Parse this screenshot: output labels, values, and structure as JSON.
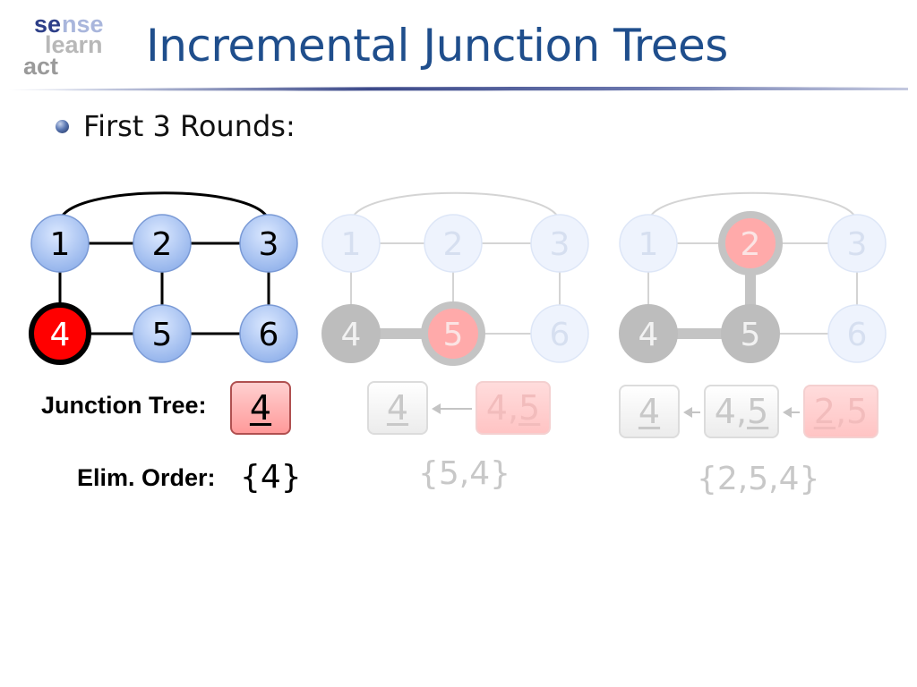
{
  "logo": {
    "line1a": "se",
    "line1b": "nse",
    "line2": "learn",
    "line3": "act"
  },
  "title": "Incremental Junction Trees",
  "bullet": "First 3 Rounds:",
  "labels": {
    "junction_tree": "Junction Tree:",
    "elim_order": "Elim. Order:"
  },
  "rounds": [
    {
      "nodes": [
        "1",
        "2",
        "3",
        "4",
        "5",
        "6"
      ],
      "eliminated": [
        "4"
      ],
      "active": "4",
      "junction_tree": [
        {
          "parts": [
            {
              "text": "4",
              "underline": true
            }
          ],
          "style": "pink-active"
        }
      ],
      "elim_order": "{4}"
    },
    {
      "nodes": [
        "1",
        "2",
        "3",
        "4",
        "5",
        "6"
      ],
      "eliminated": [
        "4"
      ],
      "active": "5",
      "junction_tree": [
        {
          "parts": [
            {
              "text": "4",
              "underline": true
            }
          ],
          "style": "gray"
        },
        {
          "parts": [
            {
              "text": "4,",
              "underline": false
            },
            {
              "text": "5",
              "underline": true
            }
          ],
          "style": "pink"
        }
      ],
      "elim_order": "{5,4}"
    },
    {
      "nodes": [
        "1",
        "2",
        "3",
        "4",
        "5",
        "6"
      ],
      "eliminated": [
        "4",
        "5"
      ],
      "active": "2",
      "junction_tree": [
        {
          "parts": [
            {
              "text": "4",
              "underline": true
            }
          ],
          "style": "gray"
        },
        {
          "parts": [
            {
              "text": "4,",
              "underline": false
            },
            {
              "text": "5",
              "underline": true
            }
          ],
          "style": "gray"
        },
        {
          "parts": [
            {
              "text": "2",
              "underline": true
            },
            {
              "text": ",5",
              "underline": false
            }
          ],
          "style": "pink"
        }
      ],
      "elim_order": "{2,5,4}"
    }
  ],
  "colors": {
    "title": "#1f4e8c",
    "node_blue": "#a9c4f0",
    "node_red": "#ff0000",
    "eliminated_gray": "#bdbdbd",
    "active_pink": "#ffaaaa"
  }
}
